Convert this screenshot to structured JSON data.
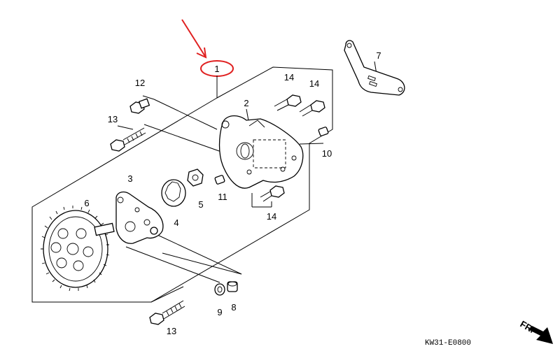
{
  "diagram": {
    "callouts": [
      {
        "id": "c1",
        "text": "1"
      },
      {
        "id": "c2",
        "text": "2"
      },
      {
        "id": "c3",
        "text": "3"
      },
      {
        "id": "c4",
        "text": "4"
      },
      {
        "id": "c5",
        "text": "5"
      },
      {
        "id": "c6",
        "text": "6"
      },
      {
        "id": "c7",
        "text": "7"
      },
      {
        "id": "c8",
        "text": "8"
      },
      {
        "id": "c9",
        "text": "9"
      },
      {
        "id": "c10",
        "text": "10"
      },
      {
        "id": "c11",
        "text": "11"
      },
      {
        "id": "c12",
        "text": "12"
      },
      {
        "id": "c13a",
        "text": "13"
      },
      {
        "id": "c13b",
        "text": "13"
      },
      {
        "id": "c14a",
        "text": "14"
      },
      {
        "id": "c14b",
        "text": "14"
      },
      {
        "id": "c14c",
        "text": "14"
      }
    ],
    "front_marker": "FR.",
    "figure_code": "KW31-E0800",
    "highlight_color": "#e02020"
  }
}
